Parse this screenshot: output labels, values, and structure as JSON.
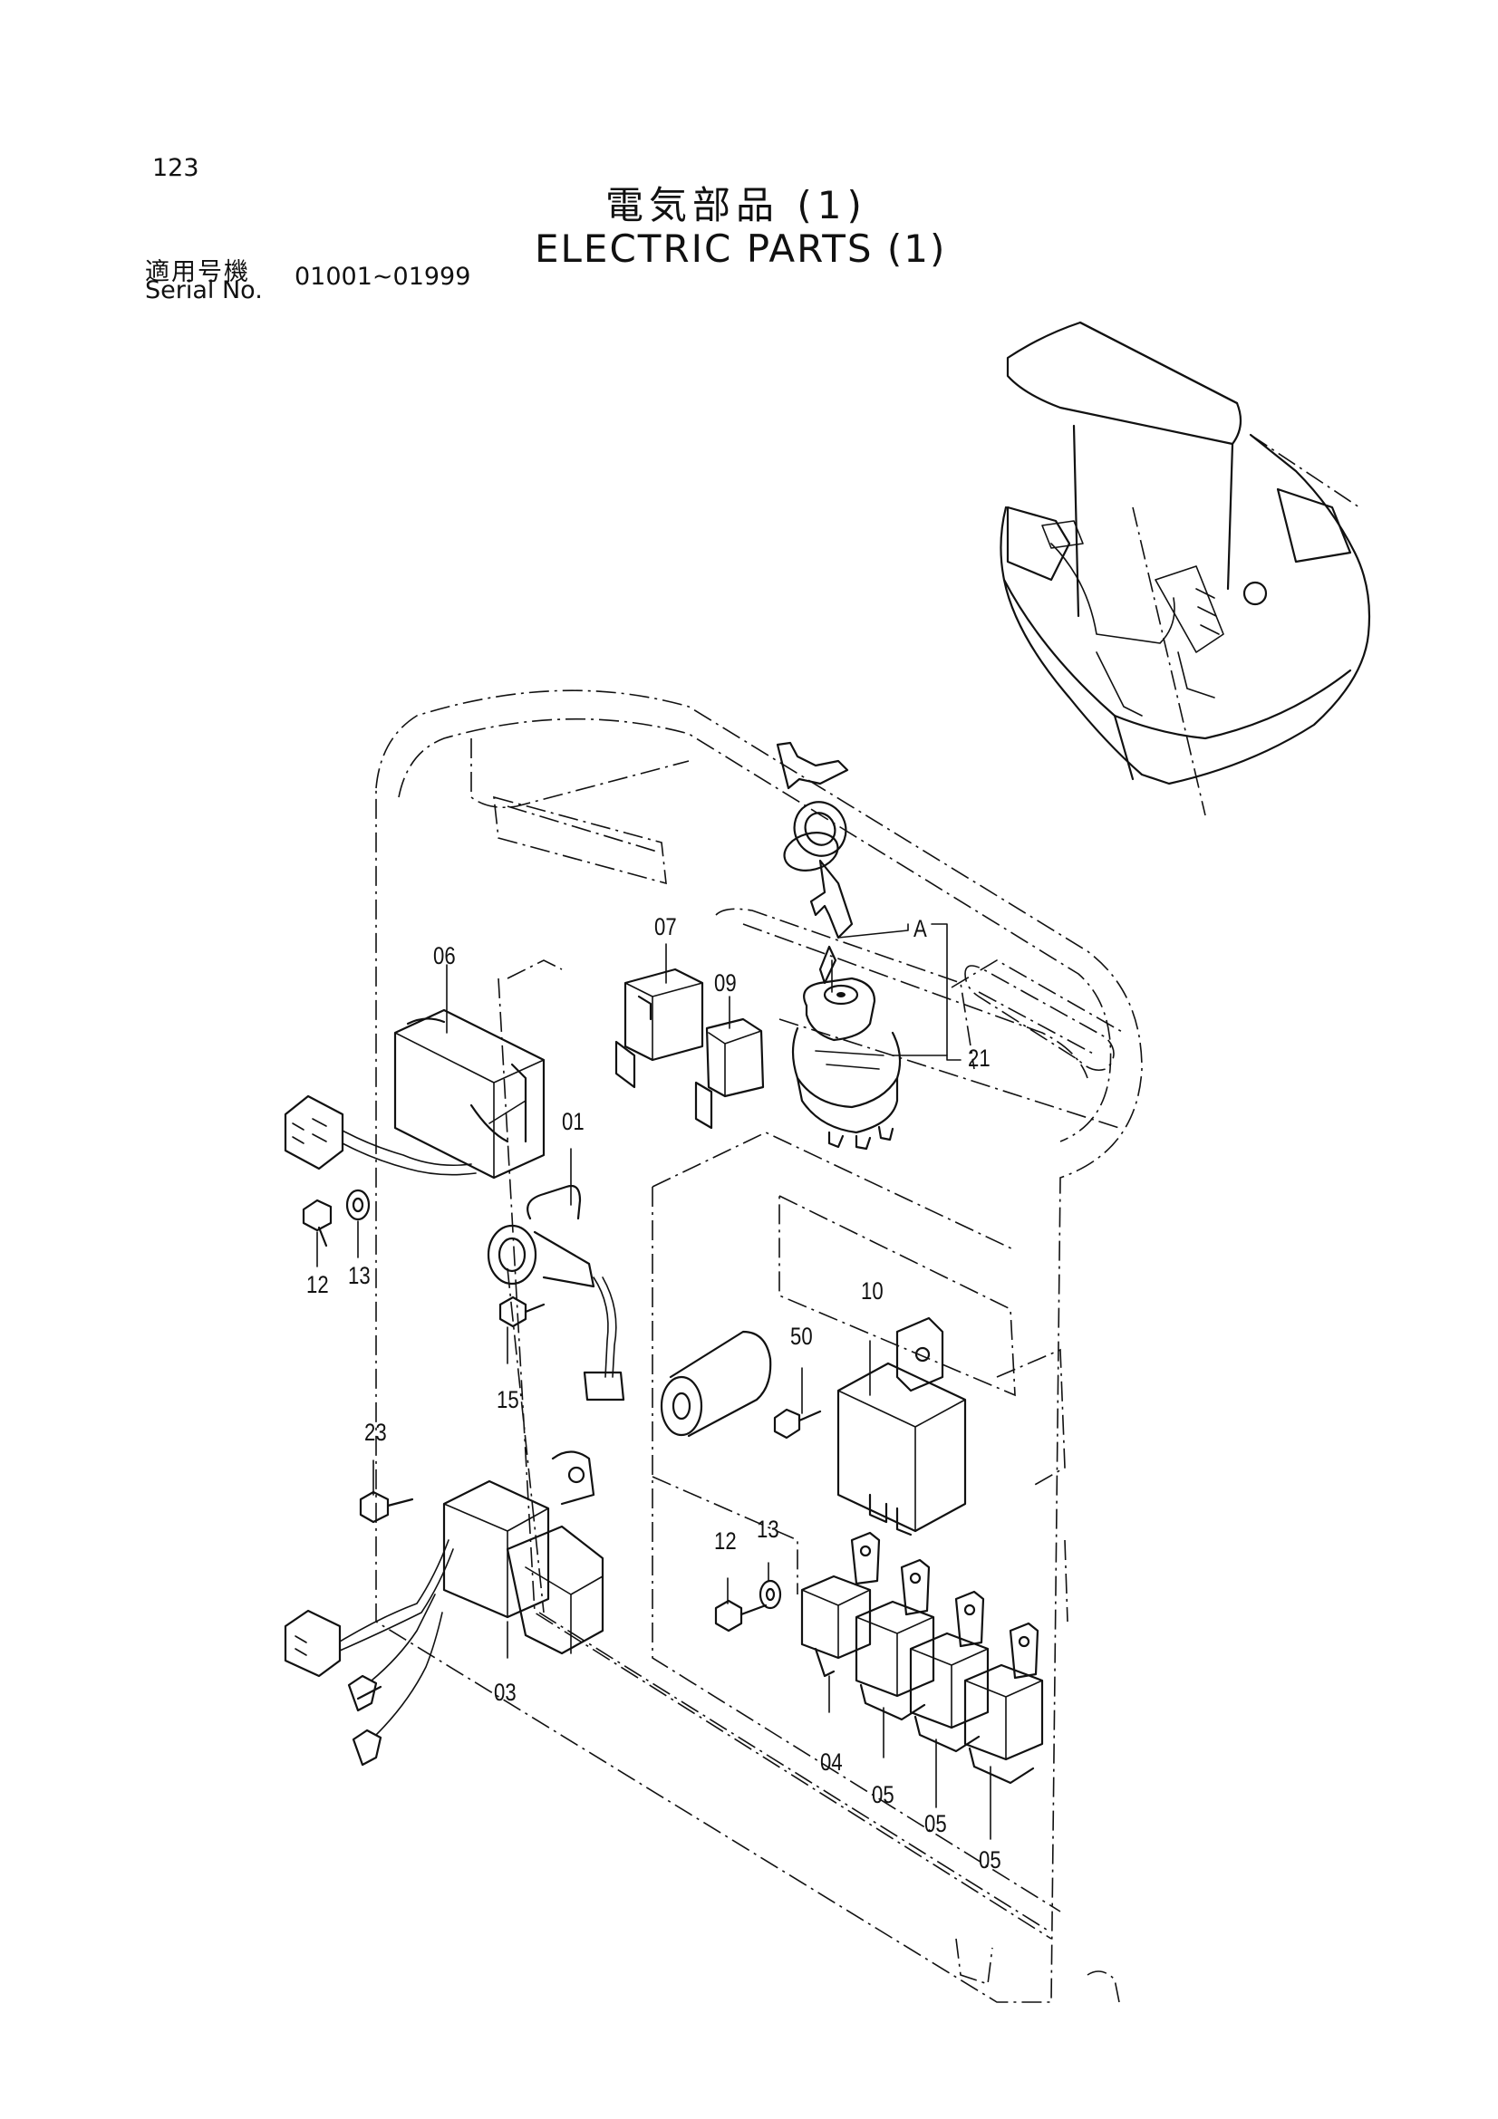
{
  "header": {
    "page_number": "123",
    "title_jp": "電気部品 (1)",
    "title_en": "ELECTRIC PARTS (1)",
    "serial_label_jp": "適用号機",
    "serial_label_en": "Serial No.",
    "serial_range": "01001~01999"
  },
  "callouts": {
    "c01": "01",
    "c03": "03",
    "c04": "04",
    "c05a": "05",
    "c05b": "05",
    "c05c": "05",
    "c06": "06",
    "c07": "07",
    "c09": "09",
    "c10": "10",
    "c12a": "12",
    "c12b": "12",
    "c13a": "13",
    "c13b": "13",
    "c15": "15",
    "c21": "21",
    "c23": "23",
    "c50": "50",
    "cA": "A"
  }
}
